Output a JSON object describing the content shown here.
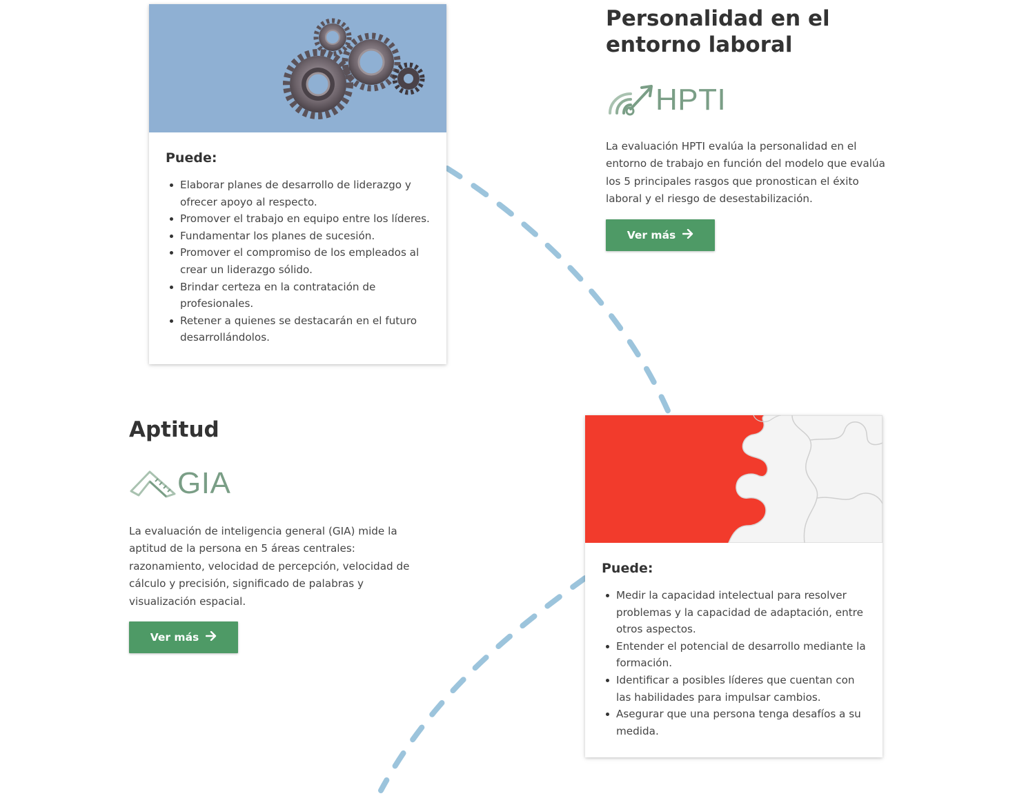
{
  "colors": {
    "accent_green": "#4e9a66",
    "logo_green": "#7a9e86",
    "dash_blue": "#9cc4dc",
    "gear_bg": "#8fb0d3",
    "puzzle_red": "#f0382a"
  },
  "card_top": {
    "image_icon": "gears-image",
    "heading": "Puede:",
    "items": [
      "Elaborar planes de desarrollo de liderazgo y ofrecer apoyo al respecto.",
      "Promover el trabajo en equipo entre los líderes.",
      "Fundamentar los planes de sucesión.",
      "Promover el compromiso de los empleados al crear un liderazgo sólido.",
      "Brindar certeza en la contratación de profesionales.",
      "Retener a quienes se destacarán en el futuro desarrollándolos."
    ]
  },
  "hpti": {
    "title": "Personalidad en el entorno laboral",
    "logo_text": "HPTI",
    "logo_icon": "hpti-wave-arrow-icon",
    "description": "La evaluación HPTI evalúa la personalidad en el entorno de trabajo en función del modelo que evalúa los 5 principales rasgos que pronostican el éxito laboral y el riesgo de desestabilización.",
    "button_label": "Ver más",
    "button_icon": "arrow-right-icon"
  },
  "gia": {
    "title": "Aptitud",
    "logo_text": "GIA",
    "logo_icon": "gia-ruler-icon",
    "description": "La evaluación de inteligencia general (GIA) mide la aptitud de la persona en 5 áreas centrales: razonamiento, velocidad de percepción, velocidad de cálculo y precisión, significado de palabras y visualización espacial.",
    "button_label": "Ver más",
    "button_icon": "arrow-right-icon"
  },
  "card_bottom": {
    "image_icon": "puzzle-image",
    "heading": "Puede:",
    "items": [
      "Medir la capacidad intelectual para resolver problemas y la capacidad de adaptación, entre otros aspectos.",
      "Entender el potencial de desarrollo mediante la formación.",
      "Identificar a posibles líderes que cuentan con las habilidades para impulsar cambios.",
      "Asegurar que una persona tenga desafíos a su medida."
    ]
  }
}
